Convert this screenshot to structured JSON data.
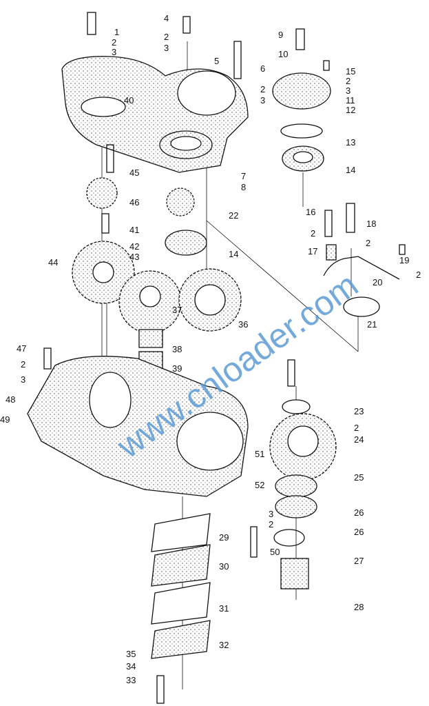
{
  "diagram": {
    "title": "Timing gear housing exploded view",
    "callouts": [
      "1",
      "2",
      "3",
      "4",
      "2",
      "3",
      "5",
      "6",
      "2",
      "3",
      "9",
      "10",
      "15",
      "2",
      "3",
      "11",
      "12",
      "13",
      "14",
      "40",
      "45",
      "7",
      "8",
      "46",
      "22",
      "41",
      "42",
      "43",
      "44",
      "14",
      "16",
      "18",
      "2",
      "2",
      "17",
      "19",
      "2",
      "20",
      "21",
      "37",
      "36",
      "38",
      "39",
      "47",
      "2",
      "3",
      "48",
      "49",
      "23",
      "2",
      "24",
      "51",
      "25",
      "52",
      "3",
      "2",
      "26",
      "26",
      "29",
      "50",
      "27",
      "30",
      "28",
      "31",
      "32",
      "35",
      "34",
      "33"
    ]
  },
  "watermark": "www.cnloader.com"
}
